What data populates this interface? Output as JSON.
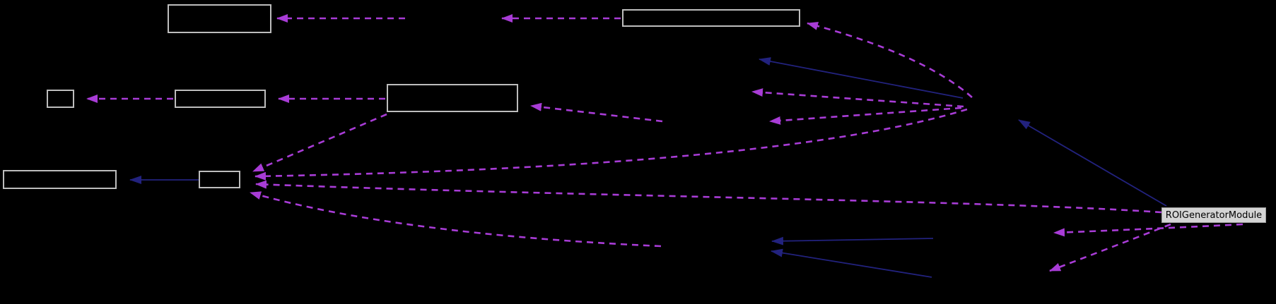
{
  "diagram": {
    "type": "collaboration-graph",
    "background_color": "#000000",
    "colors": {
      "usage_edge": "#a83cd6",
      "inheritance_edge": "#22227e",
      "node_border": "#bdbdbd",
      "labelled_node_bg": "#d4d4d4",
      "labelled_node_border": "#9e9e9e",
      "labelled_node_text": "#000000"
    },
    "nodes": [
      {
        "id": "top-left-box",
        "label": ""
      },
      {
        "id": "top-right-box",
        "label": ""
      },
      {
        "id": "small-left-box",
        "label": ""
      },
      {
        "id": "mid-left-box",
        "label": ""
      },
      {
        "id": "center-box",
        "label": ""
      },
      {
        "id": "bottom-left-box",
        "label": ""
      },
      {
        "id": "bottom-small-box",
        "label": ""
      },
      {
        "id": "roi-generator-module",
        "label": "ROIGeneratorModule"
      }
    ]
  }
}
